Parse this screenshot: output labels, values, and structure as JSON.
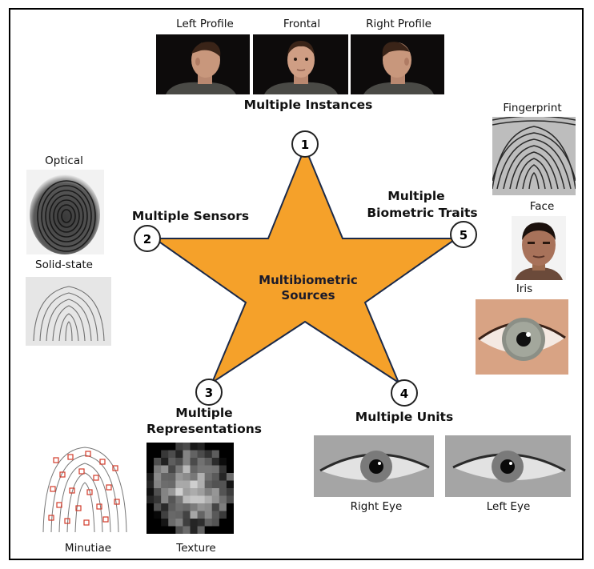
{
  "center": {
    "line1": "Multibiometric",
    "line2": "Sources"
  },
  "sources": [
    {
      "number": "1",
      "title_lines": [
        "Multiple Instances"
      ]
    },
    {
      "number": "2",
      "title_lines": [
        "Multiple Sensors"
      ]
    },
    {
      "number": "3",
      "title_lines": [
        "Multiple",
        "Representations"
      ]
    },
    {
      "number": "4",
      "title_lines": [
        "Multiple Units"
      ]
    },
    {
      "number": "5",
      "title_lines": [
        "Multiple",
        "Biometric Traits"
      ]
    }
  ],
  "instances": {
    "labels": [
      "Left Profile",
      "Frontal",
      "Right Profile"
    ]
  },
  "sensors": {
    "labels": [
      "Optical",
      "Solid-state"
    ]
  },
  "representations": {
    "labels": [
      "Minutiae",
      "Texture"
    ]
  },
  "units": {
    "labels": [
      "Right Eye",
      "Left Eye"
    ]
  },
  "traits": {
    "labels": [
      "Fingerprint",
      "Face",
      "Iris"
    ]
  },
  "colors": {
    "star_fill": "#f5a12a",
    "star_stroke": "#1b2a4a",
    "frame": "#000000",
    "minutiae_marker": "#d23b2a"
  }
}
